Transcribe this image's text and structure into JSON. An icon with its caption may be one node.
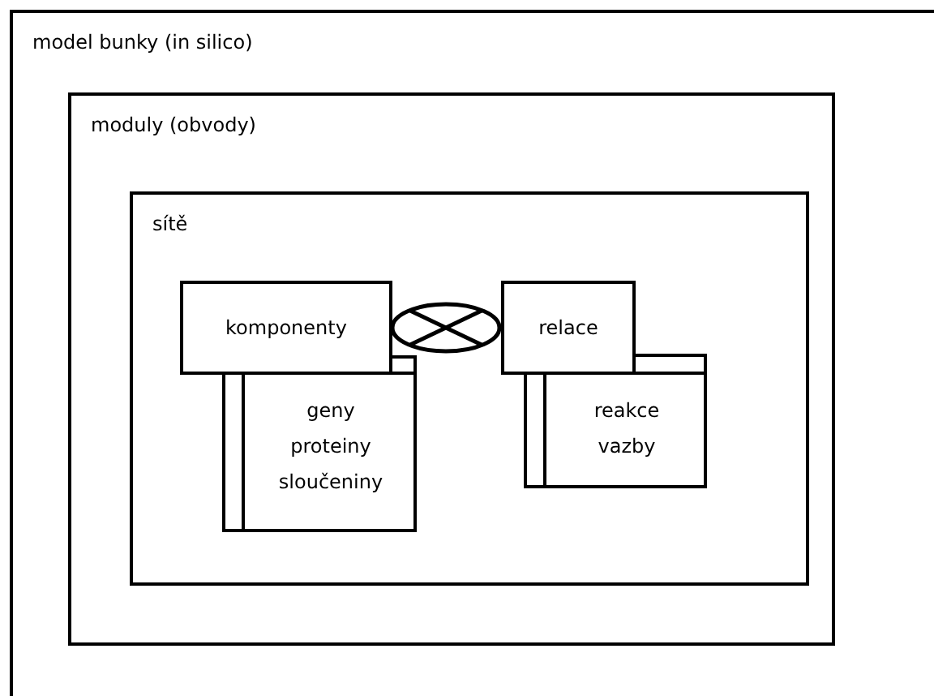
{
  "diagram": {
    "nodes": [
      {
        "text": [
          "model bunky (in silico)"
        ]
      },
      {
        "text": [
          "moduly (obvody)"
        ],
        "in": 0
      },
      {
        "text": [
          "sítě"
        ],
        "in": 1
      },
      {
        "text": [
          "komponenty"
        ],
        "in": 2
      },
      {
        "text": [
          "geny proteiny sloučeniny"
        ],
        "in": 2
      },
      {
        "text": [],
        "shape": "circle",
        "in": 2
      },
      {
        "text": [
          "relace"
        ],
        "in": 2
      },
      {
        "text": [
          "reakce vazby"
        ],
        "in": 2
      }
    ]
  }
}
